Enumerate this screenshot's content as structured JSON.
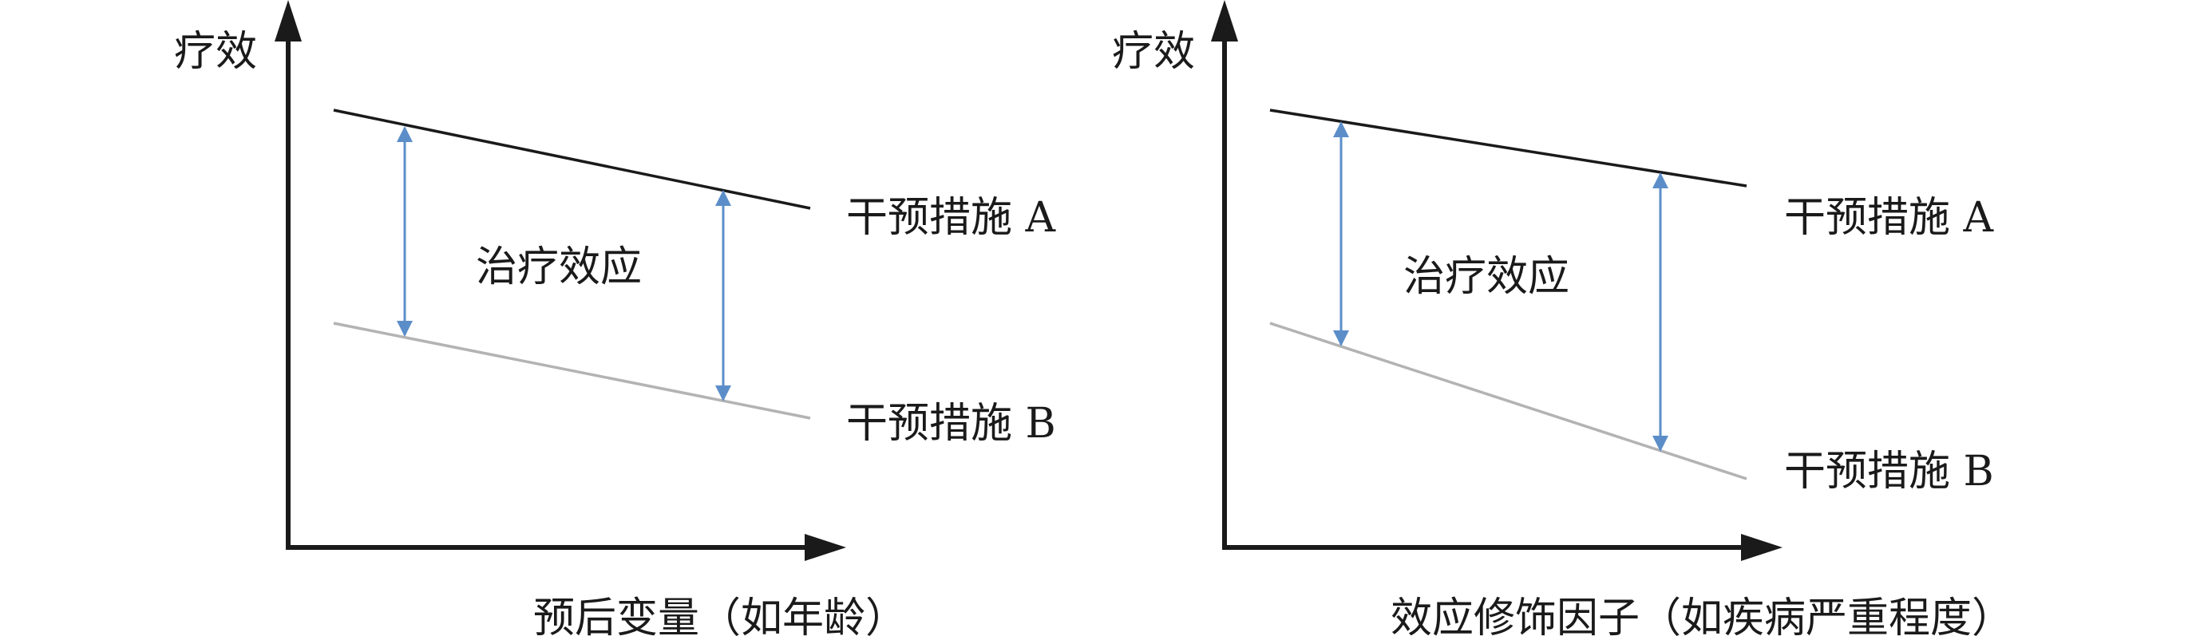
{
  "diagrams": [
    {
      "y_axis_label": "疗效",
      "x_axis_label": "预后变量（如年龄）",
      "line_a_label": "干预措施 A",
      "line_b_label": "干预措施 B",
      "effect_label": "治疗效应"
    },
    {
      "y_axis_label": "疗效",
      "x_axis_label": "效应修饰因子（如疾病严重程度）",
      "line_a_label": "干预措施 A",
      "line_b_label": "干预措施 B",
      "effect_label": "治疗效应"
    }
  ],
  "colors": {
    "axis": "#1a1a1a",
    "line_a": "#1a1a1a",
    "line_b": "#b3b3b3",
    "arrow": "#5b8ec9"
  }
}
